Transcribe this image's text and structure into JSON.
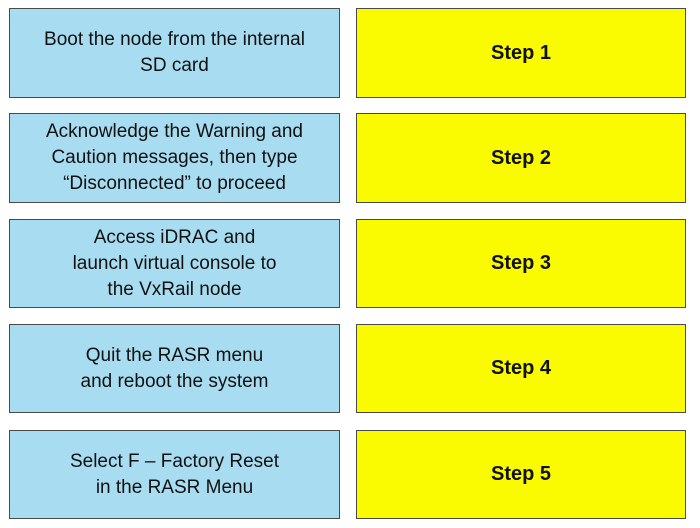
{
  "actions": [
    {
      "label": "Boot the node from the internal\nSD card"
    },
    {
      "label": "Acknowledge the Warning and\nCaution messages, then type\n“Disconnected” to proceed"
    },
    {
      "label": "Access iDRAC and\nlaunch virtual console to\nthe VxRail node"
    },
    {
      "label": "Quit the RASR menu\nand reboot the system"
    },
    {
      "label": "Select F – Factory Reset\nin the RASR Menu"
    }
  ],
  "steps": [
    {
      "label": "Step 1"
    },
    {
      "label": "Step 2"
    },
    {
      "label": "Step 3"
    },
    {
      "label": "Step 4"
    },
    {
      "label": "Step 5"
    }
  ],
  "colors": {
    "action_fill": "#a8dcf0",
    "step_fill": "#fafa00",
    "border": "#4a4a4a"
  }
}
